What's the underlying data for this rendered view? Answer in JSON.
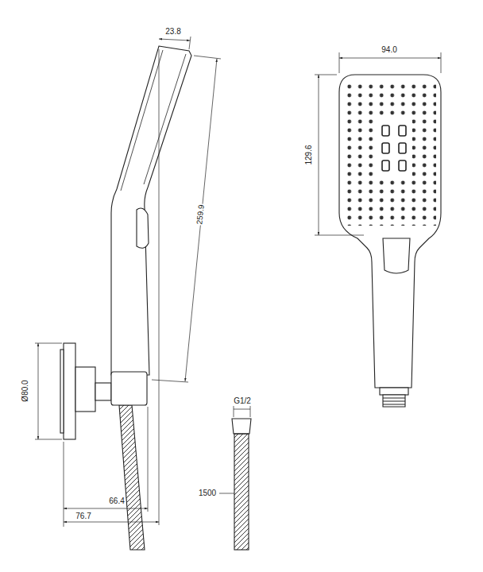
{
  "diagram": {
    "labels": [
      "23.8",
      "259.9",
      "94.0",
      "129.6",
      "Ø80.0",
      "G1/2",
      "1500",
      "66.4",
      "76.7"
    ]
  }
}
